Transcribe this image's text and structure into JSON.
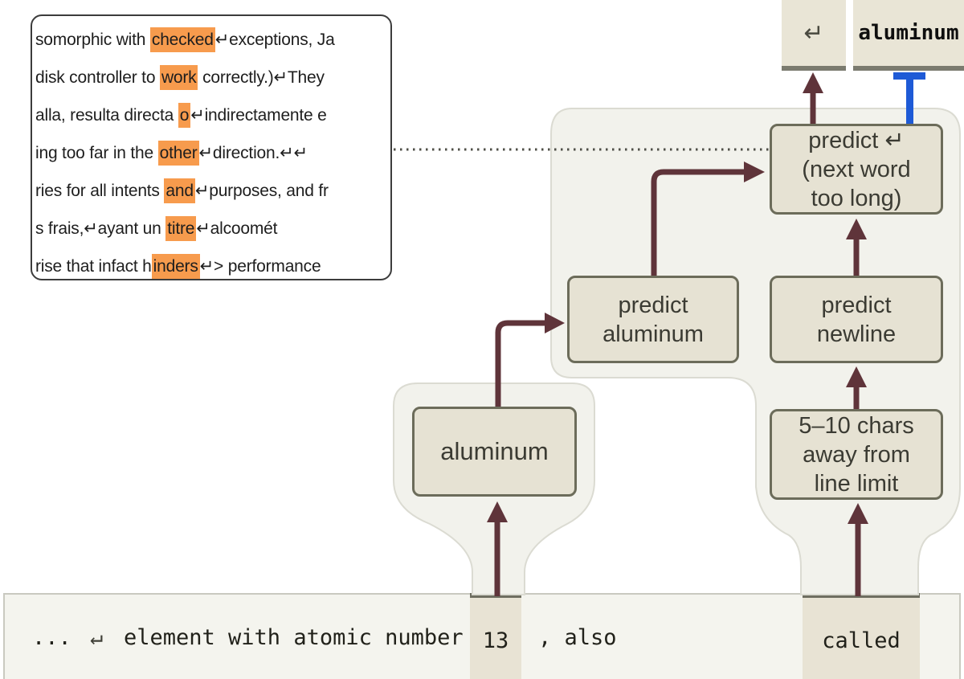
{
  "panel": {
    "lines": [
      {
        "pre": "somorphic with ",
        "hl": "checked",
        "post": "↵exceptions, Ja"
      },
      {
        "pre": "disk controller to ",
        "hl": "work",
        "post": " correctly.)↵They"
      },
      {
        "pre": "alla, resulta directa ",
        "hl": "o",
        "post": "↵indirectamente e"
      },
      {
        "pre": "ing too far in the ",
        "hl": "other",
        "post": "↵direction.↵↵"
      },
      {
        "pre": "ries for all intents ",
        "hl": "and",
        "post": "↵purposes, and fr"
      },
      {
        "pre": "s frais,↵ayant un ",
        "hl": "titre",
        "post": "↵alcoomét"
      },
      {
        "pre": "rise that infact h",
        "hl": "inders",
        "post": "↵> performance"
      }
    ]
  },
  "tokens_top": {
    "return_glyph": "↵",
    "aluminum": "aluminum"
  },
  "flow": {
    "predict_return": [
      "predict ↵",
      "(next word",
      "too long)"
    ],
    "predict_aluminum": [
      "predict",
      "aluminum"
    ],
    "predict_newline": [
      "predict",
      "newline"
    ],
    "chars_away": [
      "5–10 chars",
      "away from",
      "line limit"
    ],
    "aluminum": "aluminum"
  },
  "bar": {
    "ellipsis": "...",
    "return_glyph": "↵",
    "text": "element with atomic number",
    "token_13": "13",
    "also": ", also",
    "token_called": "called"
  },
  "colors": {
    "arrow": "#5f343a",
    "inhibit": "#1e5ad6",
    "highlight": "#f79b4d",
    "box_fill": "#e6e2d3",
    "box_border": "#6c6c5a",
    "blob_fill": "#f2f2ec"
  }
}
